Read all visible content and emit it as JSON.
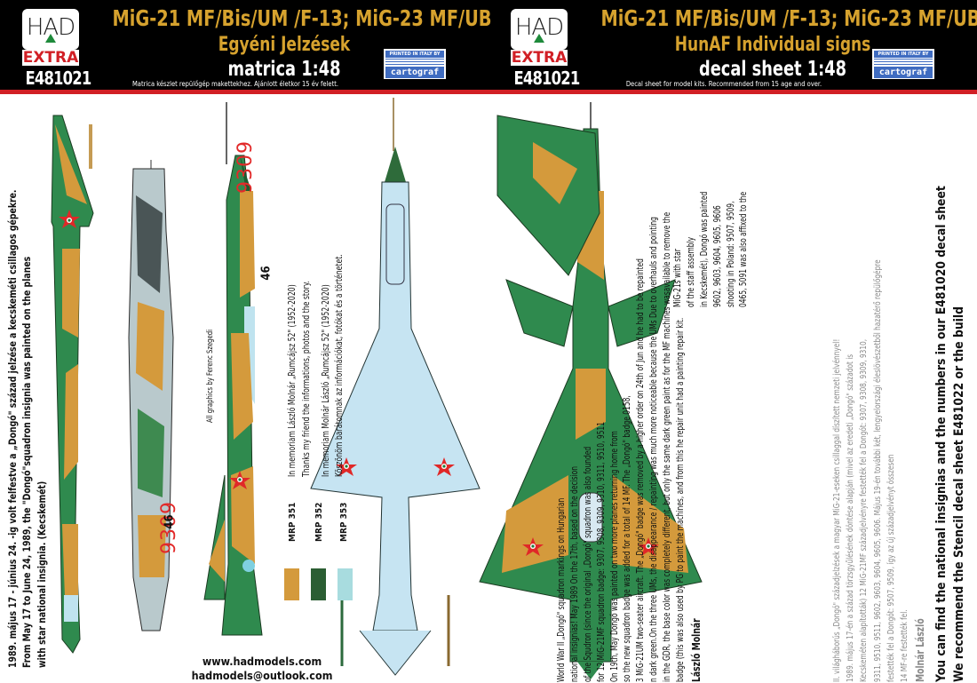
{
  "header": {
    "left": {
      "logo": "HAD",
      "logo_sub": "EXTRA",
      "product_code": "E481021",
      "title_line1": "MiG-21 MF/Bis/UM /F-13;  MiG-23 MF/UB",
      "title_line2": "Egyéni Jelzések",
      "title_line3": "matrica 1:48",
      "subline": "Matrica készlet repülőgép makettekhez. Ajánlott életkor 15 év felett.",
      "printer_top": "PRINTED IN ITALY BY",
      "printer_name": "cartograf"
    },
    "right": {
      "logo": "HAD",
      "logo_sub": "EXTRA",
      "product_code": "E481021",
      "title_line1": "MiG-21 MF/Bis/UM /F-13;  MiG-23 MF/UB",
      "title_line2": "HunAF Individual signs",
      "title_line3": "decal sheet 1:48",
      "subline": "Decal sheet for model kits. Recommended from 15 age and over.",
      "printer_top": "PRINTED IN ITALY BY",
      "printer_name": "cartograf"
    }
  },
  "left_caption": [
    "1989. május 17 - június 24. -ig volt felfestve a „Dongó\" század jelzése a kecskeméti csillagos gépekre.",
    "From May 17 to June 24, 1989, the \"Dongó\"squadron insignia was painted on the planes",
    "with star national insignia. (Kecskemét)"
  ],
  "credit": "All graphics by Ferenc Szegedi",
  "memoriam": {
    "en_line1": "In memoriam László Molnár „Rumcájsz 52\" (1952-2020)",
    "en_line2": "Thanks my friend the informations, photos and the story.",
    "hu_line1": "In memoriam Molnár László „Rumcájsz 52\" (1952-2020)",
    "hu_line2": "Köszönöm barátomnak az információkat, fotókat és a történetet."
  },
  "aircraft": {
    "serial_side": "9309",
    "serial_bottom": "9309",
    "label_46_a": "46",
    "label_46_b": "46"
  },
  "paints": [
    {
      "code": "MRP 351",
      "color": "#d49a3c"
    },
    {
      "code": "MRP 352",
      "color": "#2b5e33"
    },
    {
      "code": "MRP 353",
      "color": "#a8dcdf"
    }
  ],
  "contact": {
    "website": "www.hadmodels.com",
    "email": "hadmodels@outlook.com"
  },
  "story_en": [
    "World War II „Dongó\" squadron markings on Hungarian",
    "national insignias! May 1989 On the 17th, based on the decision",
    "of the Squdron (since the original „Dongó\" squadron was also founded",
    "for 12 MiG-21MF squadron badge: 9307, 9308, 9309, 9310, 9311, 9510, 9511",
    "On 19th, May Dongó was painted on two more planes returning home from",
    "so the new squadron badge was added for a total of 14 MF. The „Dongó\" badge 0158,",
    "3 MiG-21UM two-seater aircraft. The „Dongó\" badge was removed by a higher order on 24th of Jun and he had to be repainted",
    "n dark green.On the three UMs, the disappearance / repainting was much more noticeable because the UMs Due to overhauls and pointing",
    "in the GDR, the base color was completely different, but only the same dark green paint as for the MF machines wasavailable to remove the",
    "badge (this was also used by PG to paint the machines, and from this he repair unit had a painting repair kit."
  ],
  "story_en_cont": [
    "MiG-21s with star",
    "of the staff assembly",
    "in Kecskemét), Dongó was painted",
    "9602, 9603, 9604, 9605, 9606",
    "shooting in Poland: 9507, 9509,",
    "0465, 5091 was also affixed to the"
  ],
  "story_en_author": "László Molnár",
  "story_hu": [
    "II. világháborús „Dongó\" századjelzések a magyar MiG-21-eseken csillaggal díszített nemzeti jelvénnyel!",
    "1989. május 17-én a század törzsgyűlésének döntése alapján (mivel az eredeti „Dongó\" századot is",
    "Kecskeméten alapították) 12 MiG-21MF századjelvényre festették fel a Dongót: 9307, 9308, 9309, 9310,",
    "9311, 9510, 9511, 9602, 9603, 9604, 9605, 9606. Május 19-én további két, lengyelországi éleslövészetből hazatérő repülőgépre",
    "festették fel a Dongót: 9507, 9509, így az új századjelvényt összesen",
    "14 MF-re festették fel."
  ],
  "story_hu_author": "Molnár László",
  "bottom_note": [
    "You can find the national insignias and the numbers in our E481020 decal sheet",
    "We recommend the Stencil decal sheet E481022 or the build"
  ]
}
